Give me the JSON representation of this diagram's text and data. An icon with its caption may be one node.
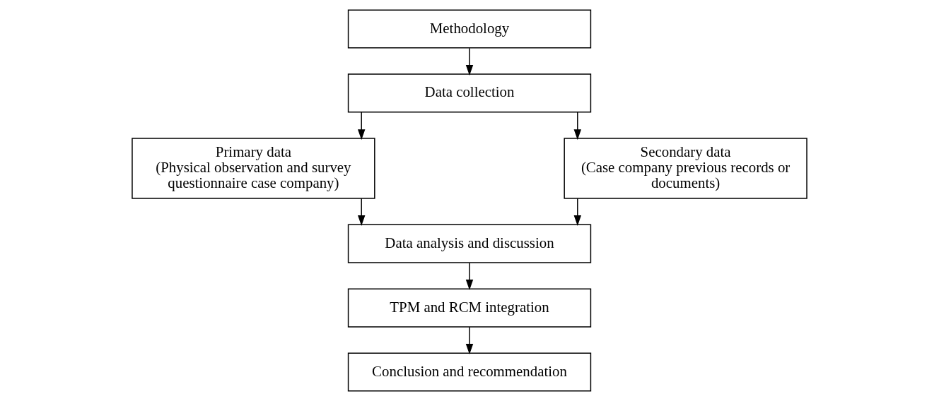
{
  "diagram": {
    "nodes": [
      {
        "text": [
          "Methodology"
        ]
      },
      {
        "text": [
          "Data collection"
        ]
      },
      {
        "text": [
          "Primary data",
          "(Physical observation and survey questionnaire case company)"
        ]
      },
      {
        "text": [
          "Secondary data",
          "(Case company previous records or documents)"
        ]
      },
      {
        "text": [
          "Data analysis and discussion"
        ]
      },
      {
        "text": [
          "TPM and RCM integration"
        ]
      },
      {
        "text": [
          "Conclusion and recommendation"
        ]
      }
    ],
    "edges": [
      {
        "from": 0,
        "to": 1,
        "arrow": "to"
      },
      {
        "from": 1,
        "to": 2,
        "arrow": "to"
      },
      {
        "from": 1,
        "to": 3,
        "arrow": "to"
      },
      {
        "from": 2,
        "to": 4,
        "arrow": "to"
      },
      {
        "from": 3,
        "to": 4,
        "arrow": "to"
      },
      {
        "from": 4,
        "to": 5,
        "arrow": "to"
      },
      {
        "from": 5,
        "to": 6,
        "arrow": "to"
      }
    ]
  }
}
